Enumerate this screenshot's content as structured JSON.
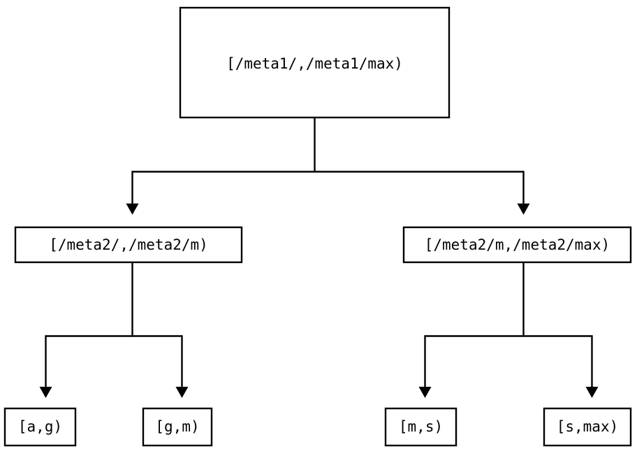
{
  "diagram": {
    "type": "tree",
    "title": "",
    "background_color": "#ffffff",
    "line_color": "#000000",
    "text_color": "#000000",
    "nodes": {
      "root": {
        "label": "[/meta1/,/meta1/max)",
        "level": 0
      },
      "mid_left": {
        "label": "[/meta2/,/meta2/m)",
        "level": 1
      },
      "mid_right": {
        "label": "[/meta2/m,/meta2/max)",
        "level": 1
      },
      "leaf_1": {
        "label": "[a,g)",
        "level": 2
      },
      "leaf_2": {
        "label": "[g,m)",
        "level": 2
      },
      "leaf_3": {
        "label": "[m,s)",
        "level": 2
      },
      "leaf_4": {
        "label": "[s,max)",
        "level": 2
      }
    },
    "edges": [
      {
        "from": "root",
        "to": "mid_left",
        "arrow": "triangle-down"
      },
      {
        "from": "root",
        "to": "mid_right",
        "arrow": "triangle-down"
      },
      {
        "from": "mid_left",
        "to": "leaf_1",
        "arrow": "triangle-down"
      },
      {
        "from": "mid_left",
        "to": "leaf_2",
        "arrow": "triangle-down"
      },
      {
        "from": "mid_right",
        "to": "leaf_3",
        "arrow": "triangle-down"
      },
      {
        "from": "mid_right",
        "to": "leaf_4",
        "arrow": "triangle-down"
      }
    ]
  }
}
